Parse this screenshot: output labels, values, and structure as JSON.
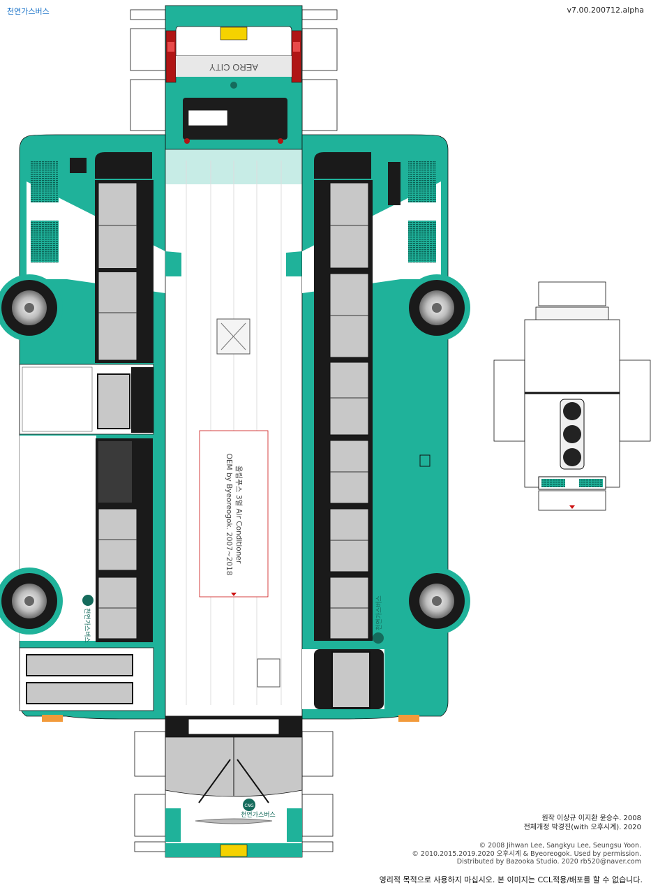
{
  "header": {
    "title": "천연가스버스",
    "version": "v7.00.200712.alpha"
  },
  "colors": {
    "body": "#1fb29a",
    "body_dark": "#0e8a76",
    "roof": "#ffffff",
    "window": "#c8c8c8",
    "frame": "#1a1a1a",
    "plate": "#f5d200",
    "accent_red": "#cc1111"
  },
  "logo": {
    "badge": "CNG",
    "text": "천연가스버스"
  },
  "roof": {
    "ac_line1": "올림푸스 3열 Air Conditioner",
    "ac_line2": "OEM by Byeoreogok. 2007~2018"
  },
  "rear": {
    "model": "AERO CITY"
  },
  "credits": {
    "original_label": "원작",
    "original_names": "이상규 이지환 윤승수. 2008",
    "revision_label": "전체개정",
    "revision_names": "박경진(with 오후시계). 2020",
    "copyright_1": "© 2008 Jihwan Lee, Sangkyu Lee, Seungsu Yoon.",
    "copyright_2": "© 2010.2015.2019.2020 오후시계 & Byeoreogok. Used by permission.",
    "copyright_3": "Distributed by Bazooka Studio. 2020  rb520@naver.com",
    "notice": "영리적 목적으로 사용하지 마십시오.   본 이미지는 CCL적용/배포를 할 수 없습니다."
  }
}
